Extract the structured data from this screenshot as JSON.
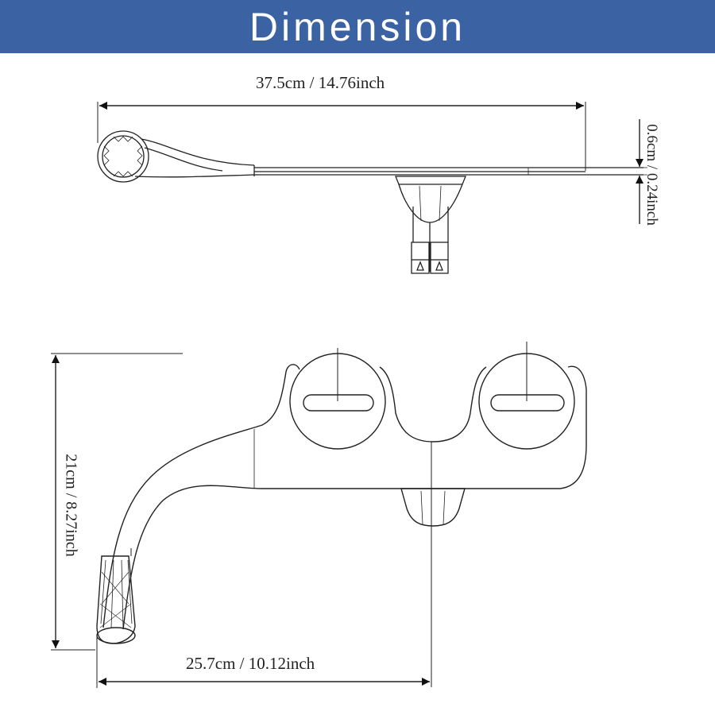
{
  "header": {
    "title": "Dimension",
    "background_color": "#3b62a3"
  },
  "top_view": {
    "width_label": "37.5cm / 14.76inch",
    "thickness_label": "0.6cm / 0.24inch"
  },
  "front_view": {
    "height_label": "21cm / 8.27inch",
    "width_label": "25.7cm / 10.12inch"
  }
}
